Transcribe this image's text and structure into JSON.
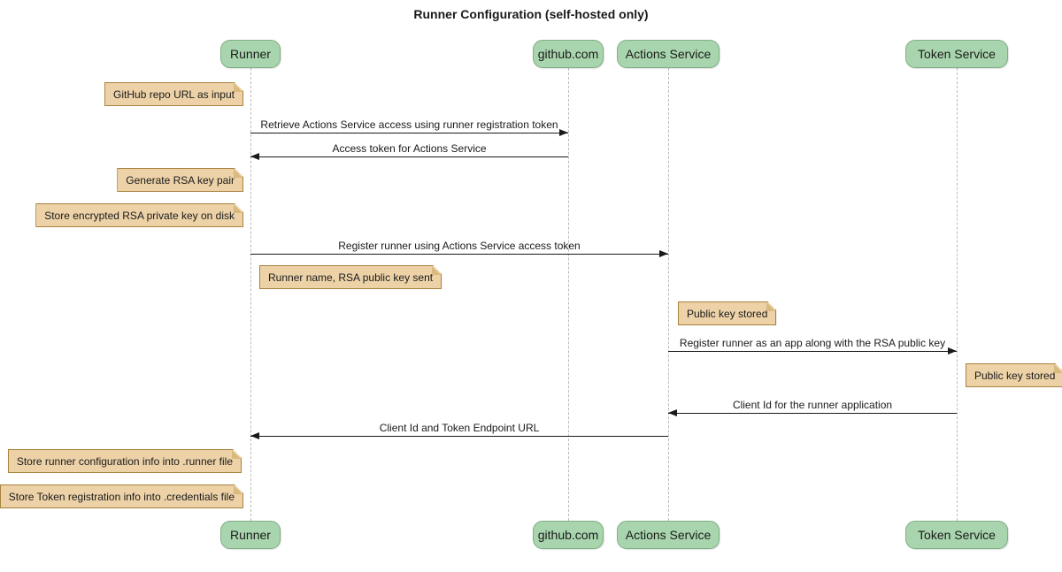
{
  "title": "Runner Configuration (self-hosted only)",
  "participants": [
    {
      "id": "runner",
      "label": "Runner"
    },
    {
      "id": "github",
      "label": "github.com"
    },
    {
      "id": "actions-service",
      "label": "Actions Service"
    },
    {
      "id": "token-service",
      "label": "Token Service"
    }
  ],
  "messages": [
    {
      "from": "Runner",
      "to": "github.com",
      "text": "Retrieve Actions Service access using runner registration token"
    },
    {
      "from": "github.com",
      "to": "Runner",
      "text": "Access token for Actions Service"
    },
    {
      "from": "Runner",
      "to": "Actions Service",
      "text": "Register runner using Actions Service access token"
    },
    {
      "from": "Actions Service",
      "to": "Token Service",
      "text": "Register runner as an app along with the RSA public key"
    },
    {
      "from": "Token Service",
      "to": "Actions Service",
      "text": "Client Id for the runner application"
    },
    {
      "from": "Actions Service",
      "to": "Runner",
      "text": "Client Id and Token Endpoint URL"
    }
  ],
  "notes": [
    {
      "text": "GitHub repo URL as input",
      "position": "left of Runner"
    },
    {
      "text": "Generate RSA key pair",
      "position": "left of Runner"
    },
    {
      "text": "Store encrypted RSA private key on disk",
      "position": "left of Runner"
    },
    {
      "text": "Runner name, RSA public key sent",
      "position": "right of Runner"
    },
    {
      "text": "Public key stored",
      "position": "right of Actions Service"
    },
    {
      "text": "Public key stored",
      "position": "right of Token Service"
    },
    {
      "text": "Store runner configuration info into .runner file",
      "position": "left of Runner"
    },
    {
      "text": "Store Token registration info into .credentials file",
      "position": "left of Runner"
    }
  ],
  "colors": {
    "participant_fill": "#A8D5AD",
    "participant_border": "#7FAE85",
    "note_fill": "#EDD2A8",
    "note_border": "#A9823F",
    "note_fold": "#D9B97E",
    "lifeline": "#BBBBBB",
    "arrow": "#1A1A1A",
    "text": "#1A1A1A",
    "bg": "#FFFFFF"
  }
}
